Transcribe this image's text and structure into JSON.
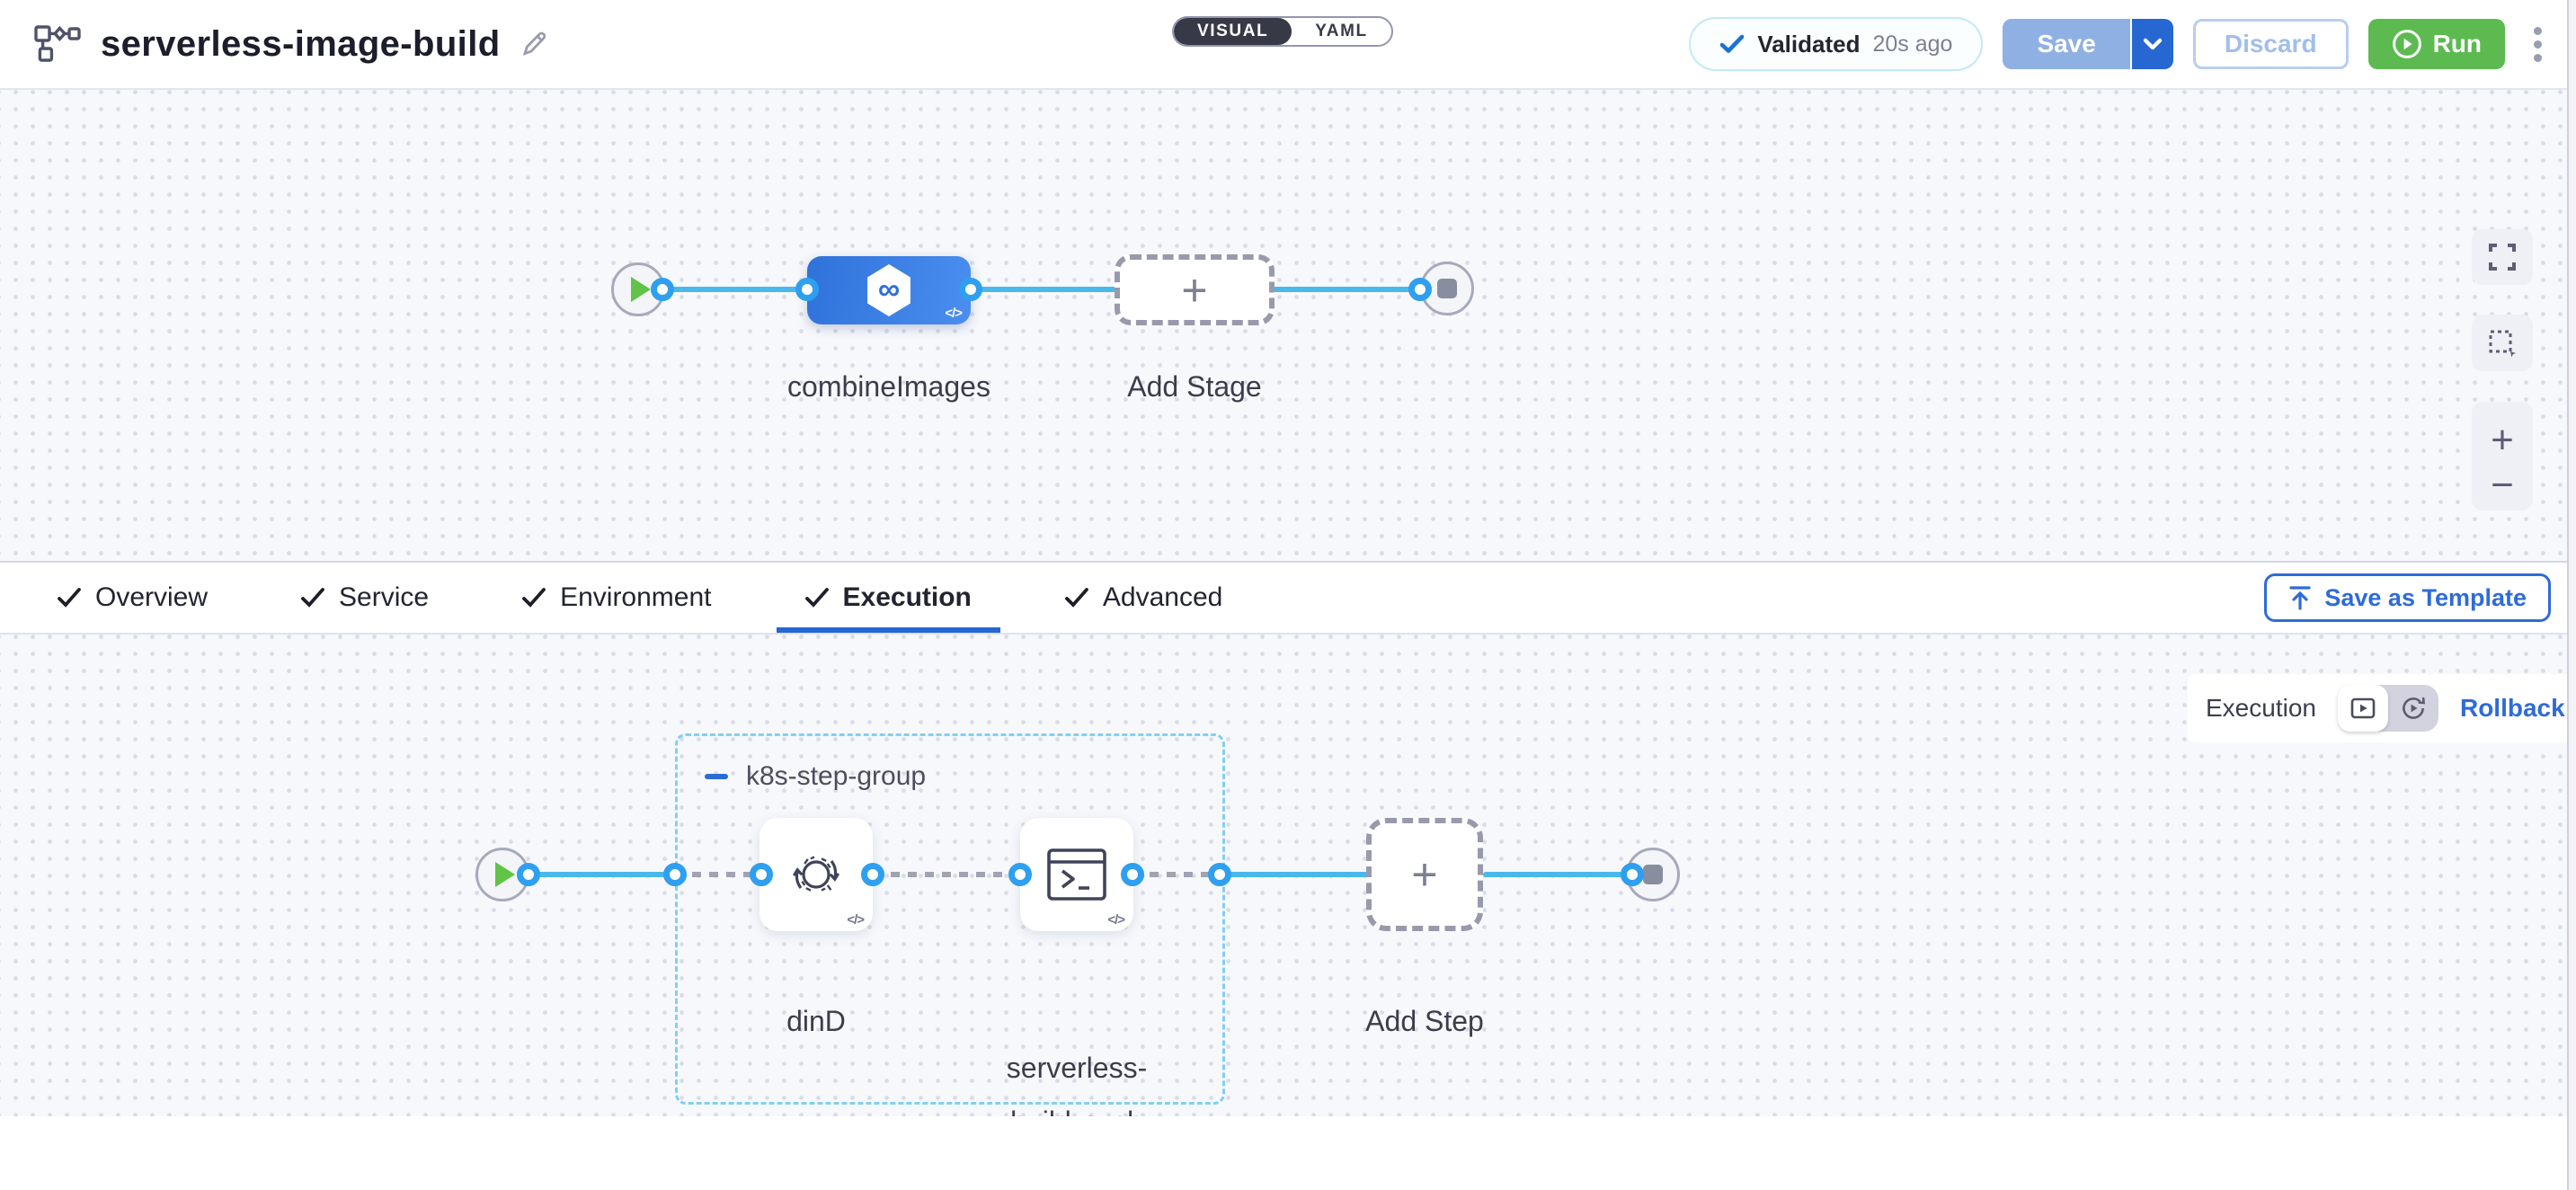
{
  "header": {
    "title": "serverless-image-build",
    "mode": {
      "visual": "VISUAL",
      "yaml": "YAML"
    },
    "validated": {
      "label": "Validated",
      "time": "20s ago"
    },
    "save": "Save",
    "discard": "Discard",
    "run": "Run"
  },
  "stage_canvas": {
    "stage_label": "combineImages",
    "stage_icon_glyph": "∞",
    "code_badge": "</>",
    "add_stage": "Add Stage",
    "plus": "+"
  },
  "tabs": {
    "items": [
      {
        "label": "Overview"
      },
      {
        "label": "Service"
      },
      {
        "label": "Environment"
      },
      {
        "label": "Execution"
      },
      {
        "label": "Advanced"
      }
    ],
    "active": "Execution",
    "save_as_template": "Save as Template"
  },
  "execution": {
    "panel_label": "Execution",
    "rollback": "Rollback",
    "group_name": "k8s-step-group",
    "steps": {
      "dind_label": "dinD",
      "dind_icon": "⚙",
      "serverless_line1": "serverless-",
      "serverless_line2": "build-push"
    },
    "code_badge": "</>",
    "add_step": "Add Step",
    "plus": "+",
    "zoom_in": "+",
    "zoom_out": "−"
  },
  "colors": {
    "accent_blue": "#2a6cd6",
    "edge_blue": "#4bb8ec",
    "port_blue": "#2f9ff0",
    "node_blue": "#3b7ee4",
    "run_green": "#5cba51",
    "group_border": "#7fd0f5",
    "canvas_bg": "#f7f8fc"
  }
}
